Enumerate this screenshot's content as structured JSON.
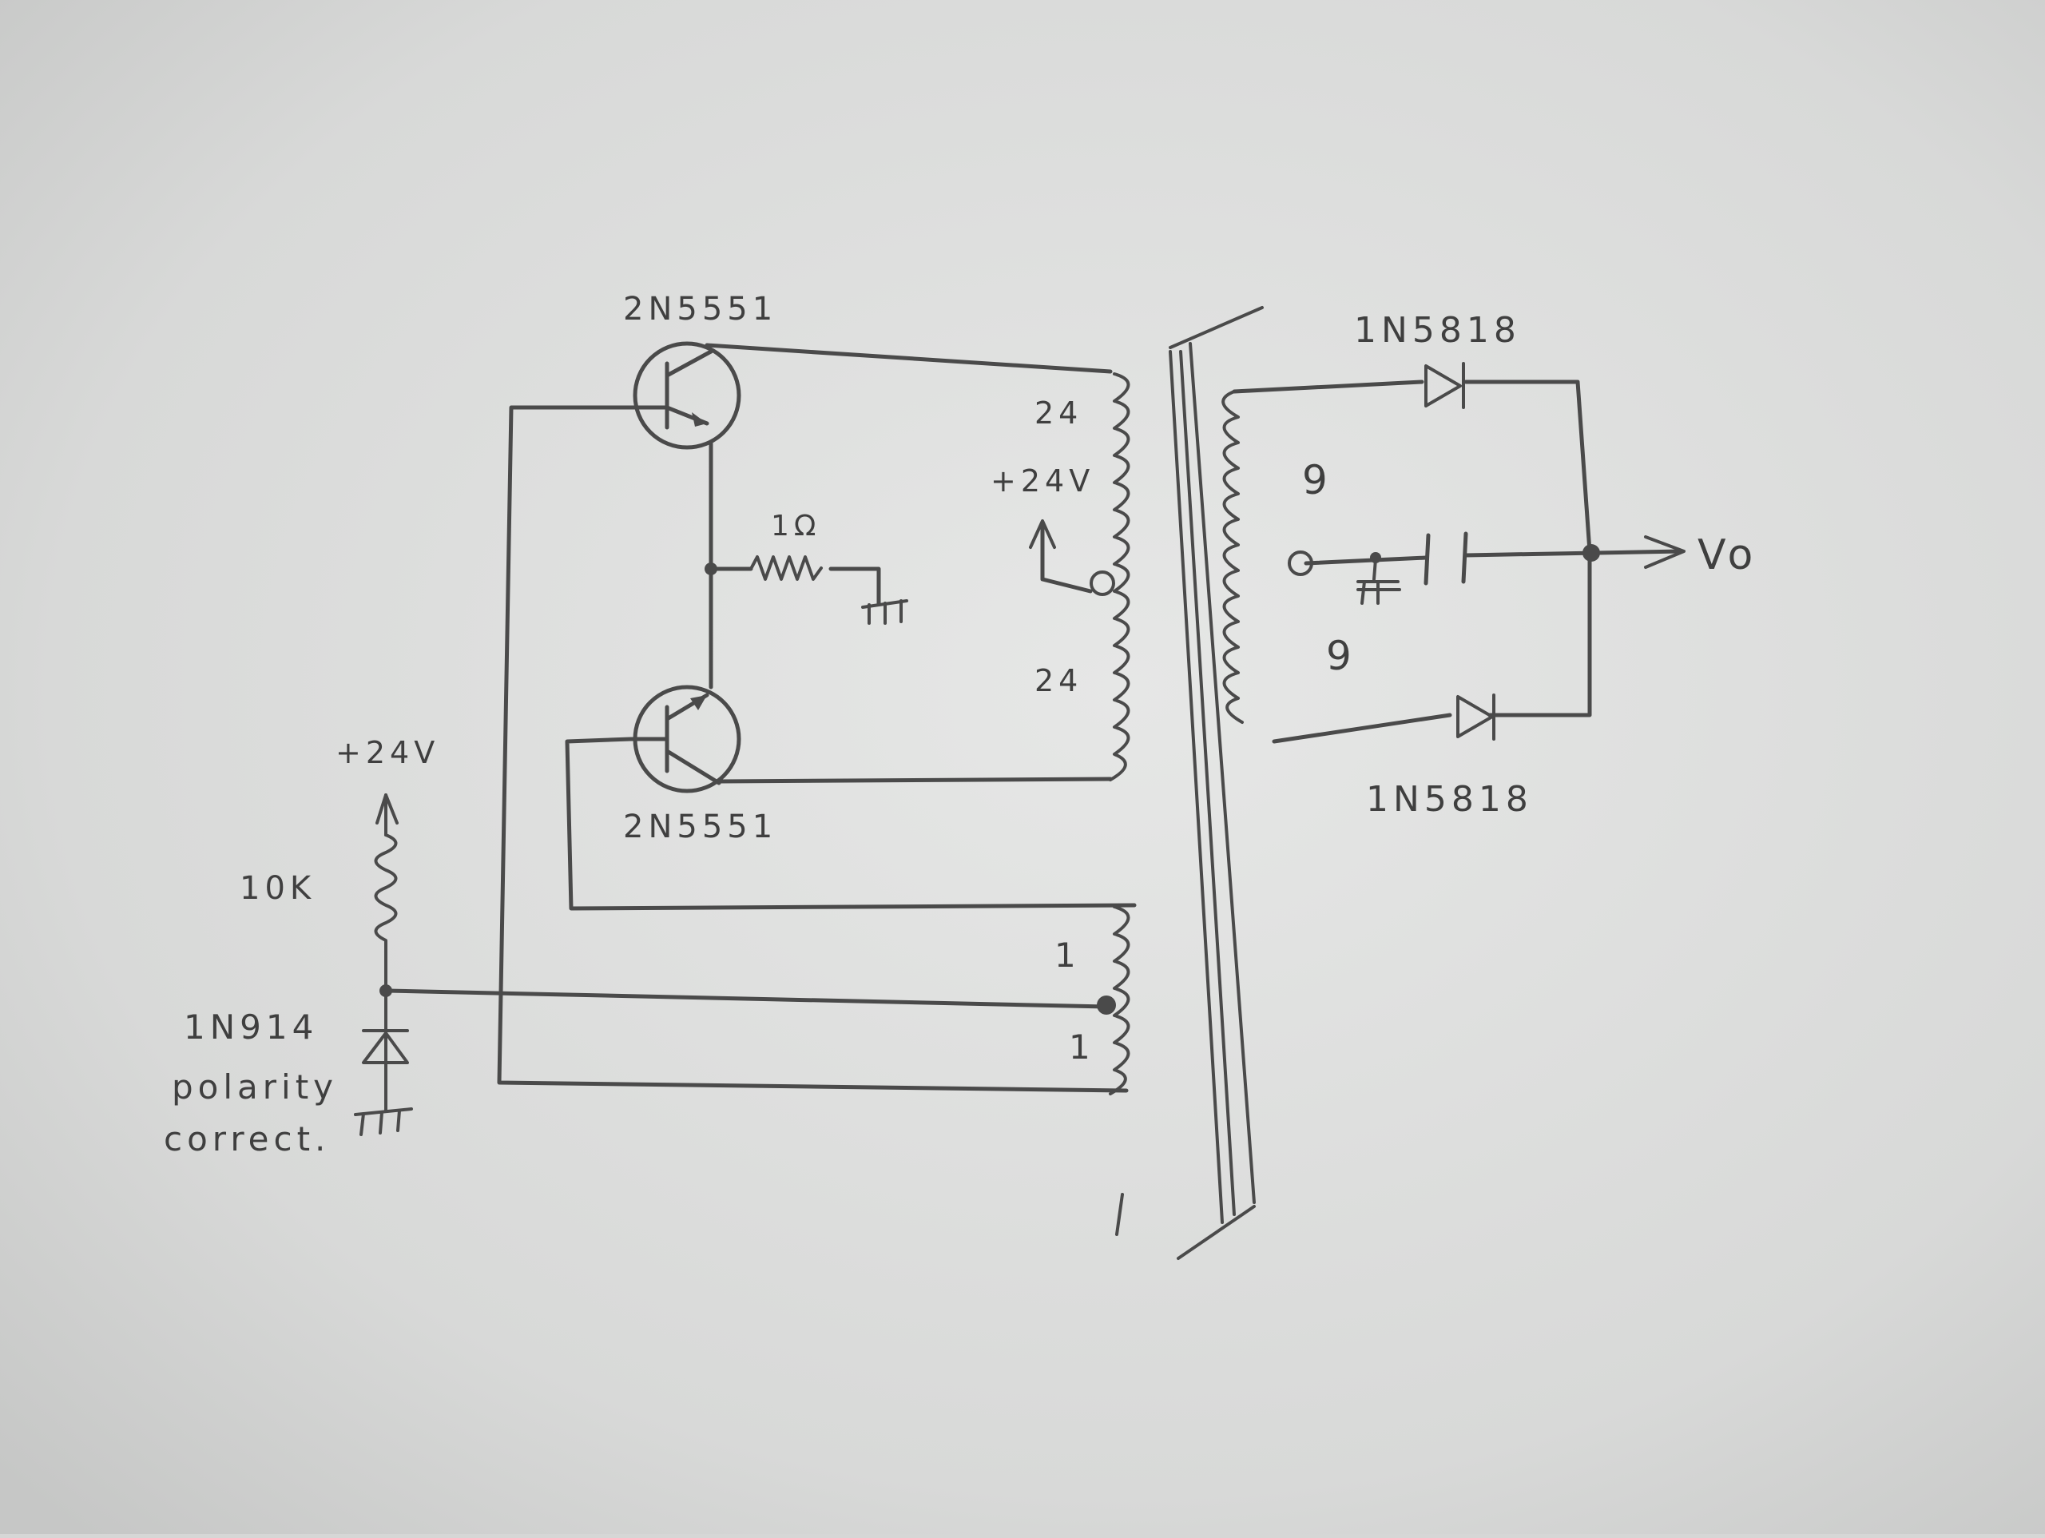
{
  "labels": {
    "q_top": "2N5551",
    "q_bottom": "2N5551",
    "r_emitter": "1Ω",
    "winding_top": "24",
    "supply_center": "+24V",
    "winding_bottom": "24",
    "supply_bias": "+24V",
    "r_bias": "10K",
    "diode_bias": "1N914",
    "note_line1": "polarity",
    "note_line2": "correct.",
    "feedback_1": "1",
    "feedback_2": "1",
    "sec_top": "9",
    "sec_bottom": "9",
    "d_top": "1N5818",
    "d_bottom": "1N5818",
    "output": "Vo"
  },
  "colors": {
    "paper": "#d6d7d6",
    "pencil": "#4a4a4a"
  }
}
